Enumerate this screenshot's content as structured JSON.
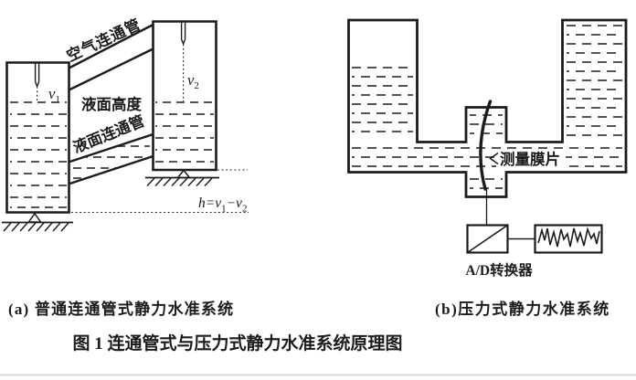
{
  "colors": {
    "ink": "#1b1b1b",
    "dash_ink": "#3c3c3c",
    "paper": "#ffffff",
    "bottom_rule": "#d9d9d9"
  },
  "figure_caption": "图 1  连通管式与压力式静力水准系统原理图",
  "panel_a": {
    "caption": "(a) 普通连通管式静力水准系统",
    "air_pipe_label": "空气连通管",
    "liquid_height_label": "液面高度",
    "liquid_pipe_label": "液面连通管",
    "sensor_left": {
      "base": "v",
      "sub": "1"
    },
    "sensor_right": {
      "base": "v",
      "sub": "2"
    },
    "formula": {
      "part1": "h=v",
      "sub1": "1",
      "part2": "−v",
      "sub2": "2"
    }
  },
  "panel_b": {
    "caption": "(b)压力式静力水准系统",
    "diaphragm_label": "测量膜片",
    "adc_label": "A/D转换器"
  }
}
